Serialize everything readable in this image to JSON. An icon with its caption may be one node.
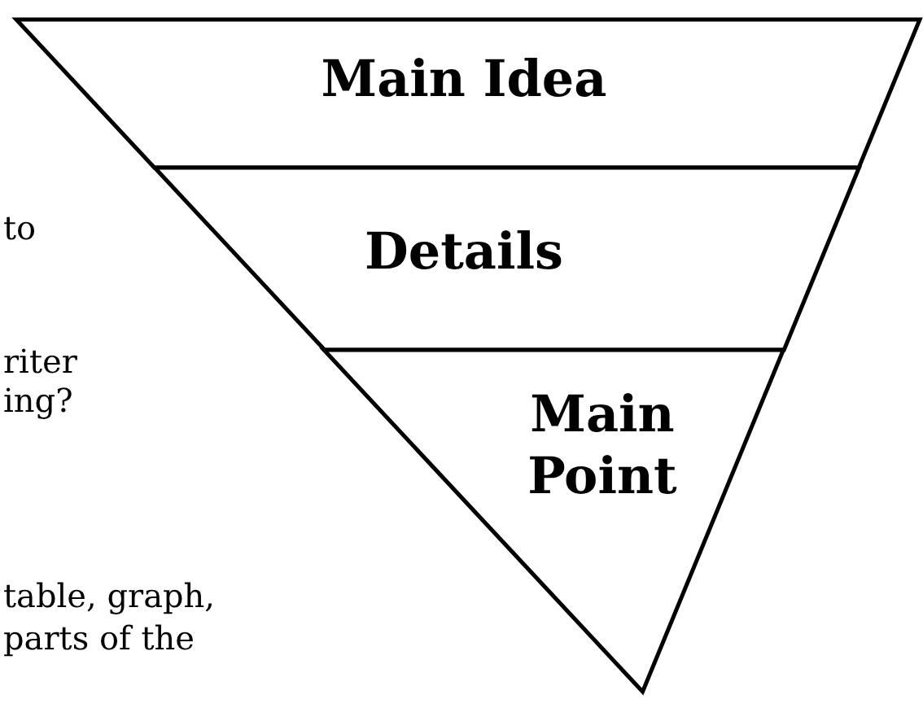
{
  "diagram": {
    "nodes": [
      {
        "text": [
          "Main Idea"
        ]
      },
      {
        "text": [
          "Details"
        ]
      },
      {
        "text": [
          "Main Point"
        ]
      }
    ],
    "labels": [
      "to",
      "riter",
      "ing?",
      "table, graph,",
      "parts of the"
    ]
  }
}
